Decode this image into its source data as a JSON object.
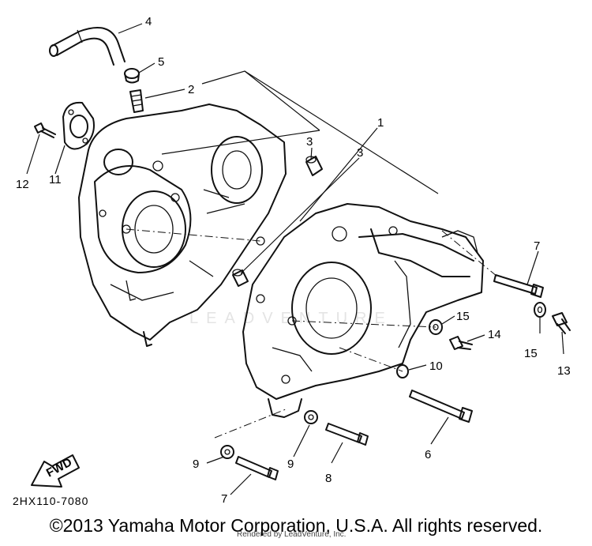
{
  "diagram": {
    "callouts": [
      {
        "id": "c4a",
        "text": "4"
      },
      {
        "id": "c5",
        "text": "5"
      },
      {
        "id": "c2",
        "text": "2"
      },
      {
        "id": "c1",
        "text": "1"
      },
      {
        "id": "c3a",
        "text": "3"
      },
      {
        "id": "c3b",
        "text": "3"
      },
      {
        "id": "c12",
        "text": "12"
      },
      {
        "id": "c11",
        "text": "11"
      },
      {
        "id": "c7a",
        "text": "7"
      },
      {
        "id": "c15a",
        "text": "15"
      },
      {
        "id": "c14",
        "text": "14"
      },
      {
        "id": "c15b",
        "text": "15"
      },
      {
        "id": "c13",
        "text": "13"
      },
      {
        "id": "c10",
        "text": "10"
      },
      {
        "id": "c6",
        "text": "6"
      },
      {
        "id": "c9a",
        "text": "9"
      },
      {
        "id": "c8",
        "text": "8"
      },
      {
        "id": "c9b",
        "text": "9"
      },
      {
        "id": "c7b",
        "text": "7"
      }
    ],
    "fwd_label": "FWD",
    "part_code": "2HX110-7080",
    "watermark": "LEADVENTURE"
  },
  "footer": {
    "copyright": "©2013 Yamaha Motor Corporation, U.S.A. All rights reserved.",
    "render_credit": "Rendered by LeadVenture, Inc."
  }
}
